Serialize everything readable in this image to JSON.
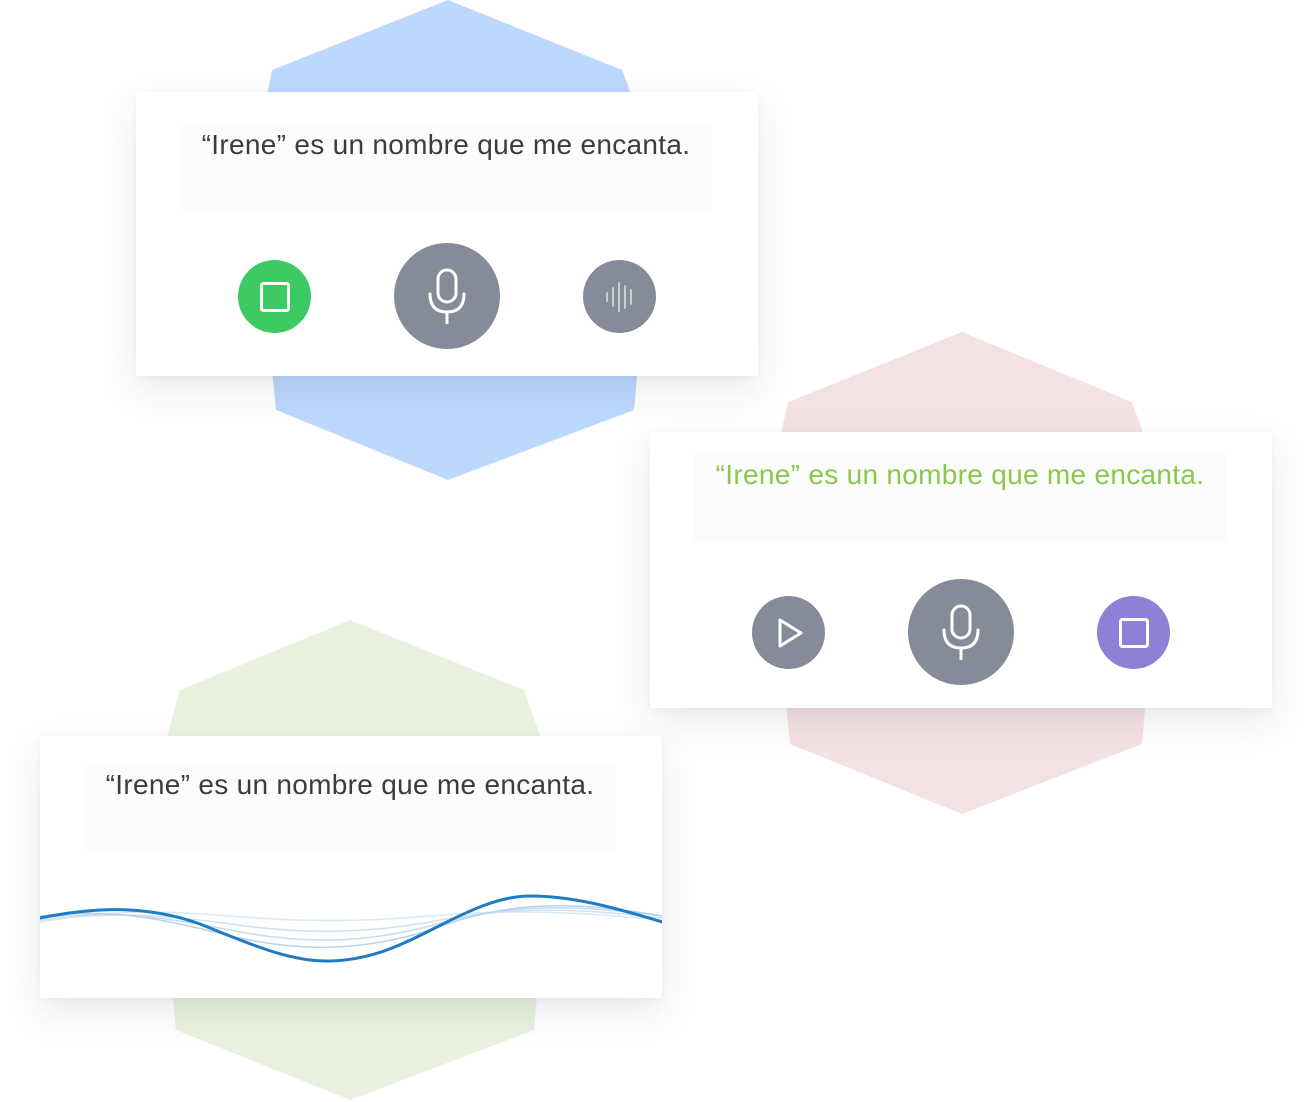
{
  "cards": [
    {
      "id": "record-card",
      "text": "“Irene” es un nombre que me encanta.",
      "text_color": "#3c3c3c",
      "accent": "#bcd8fd",
      "buttons": [
        {
          "name": "stop-button",
          "icon": "stop-icon",
          "color": "#3dca64"
        },
        {
          "name": "microphone-button",
          "icon": "microphone-icon",
          "color": "#858b99"
        },
        {
          "name": "audio-wave-button",
          "icon": "audio-wave-icon",
          "color": "#858b99"
        }
      ]
    },
    {
      "id": "playback-card",
      "text": "“Irene” es un nombre que me encanta.",
      "text_color": "#8cc847",
      "accent": "#f4e2e3",
      "buttons": [
        {
          "name": "play-button",
          "icon": "play-icon",
          "color": "#858b99"
        },
        {
          "name": "microphone-button",
          "icon": "microphone-icon",
          "color": "#858b99"
        },
        {
          "name": "stop-button",
          "icon": "stop-icon",
          "color": "#8e80d6"
        }
      ]
    },
    {
      "id": "waveform-card",
      "text": "“Irene” es un nombre que me encanta.",
      "text_color": "#3c3c3c",
      "accent": "#e9f2de",
      "waveform": {
        "icon": "sound-waveform",
        "color": "#1f7bc4"
      }
    }
  ]
}
